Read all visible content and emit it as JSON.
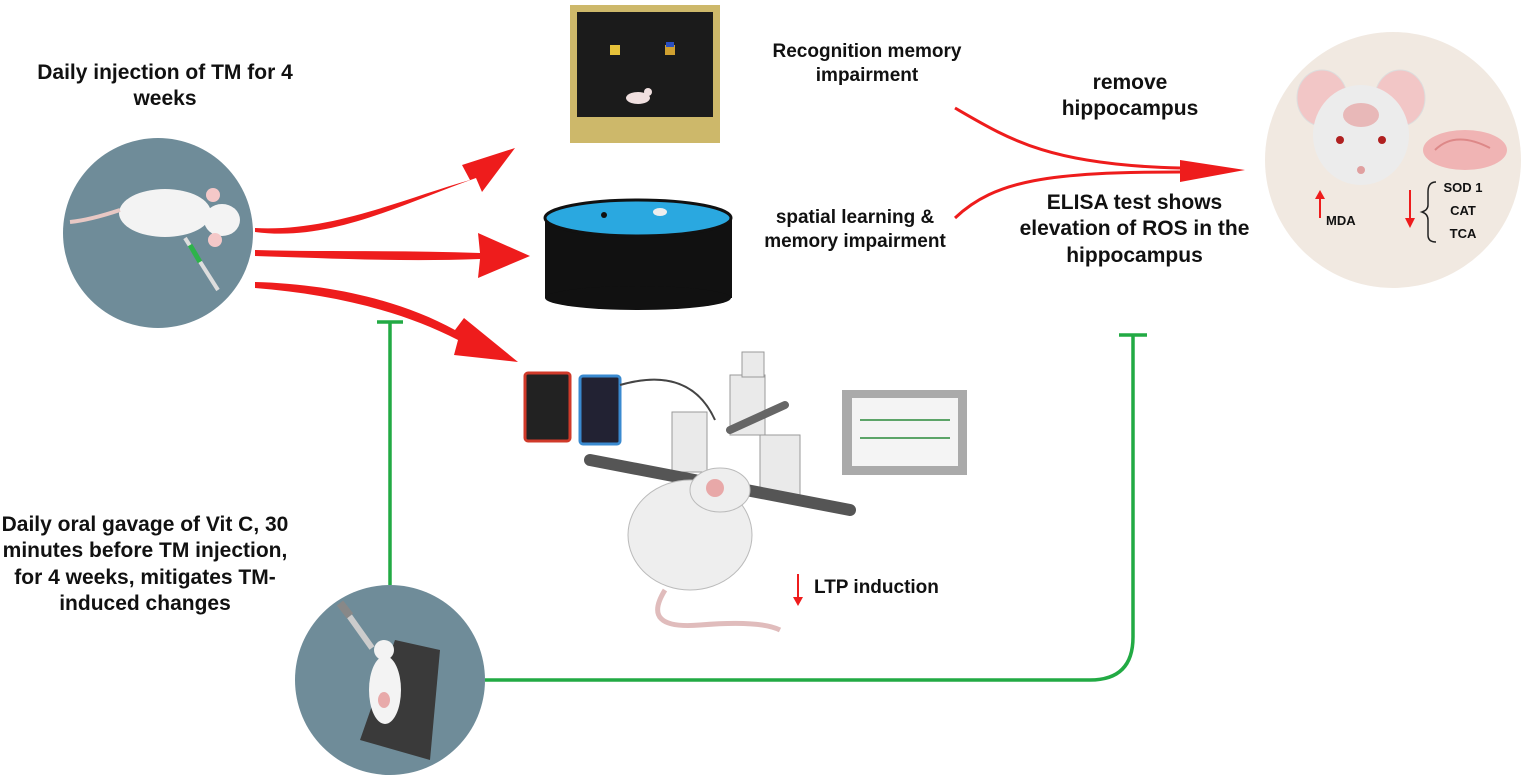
{
  "treatment": {
    "tm_label": "Daily injection of TM for 4 weeks",
    "vitc_label": "Daily oral gavage of Vit C, 30 minutes before TM injection, for 4 weeks, mitigates TM-induced changes"
  },
  "tests": {
    "recognition_label": "Recognition memory impairment",
    "spatial_label": "spatial learning & memory impairment",
    "ltp_label": "LTP induction"
  },
  "biochem": {
    "remove_label": "remove hippocampus",
    "elisa_label": "ELISA test shows elevation of ROS in the hippocampus",
    "mda_label": "MDA",
    "sod_label": "SOD 1",
    "cat_label": "CAT",
    "tca_label": "TCA"
  },
  "colors": {
    "red_arrow": "#ee1c1c",
    "green_inhibit": "#22aa44",
    "circle_bg": "#6f8c99",
    "brain_circle_bg": "#f1e9e1"
  },
  "icons": [
    "rat-injection-icon",
    "novel-object-box-icon",
    "water-maze-icon",
    "ltp-rig-icon",
    "monitor-icon",
    "rat-gavage-icon",
    "rat-head-icon",
    "hippocampus-icon"
  ]
}
